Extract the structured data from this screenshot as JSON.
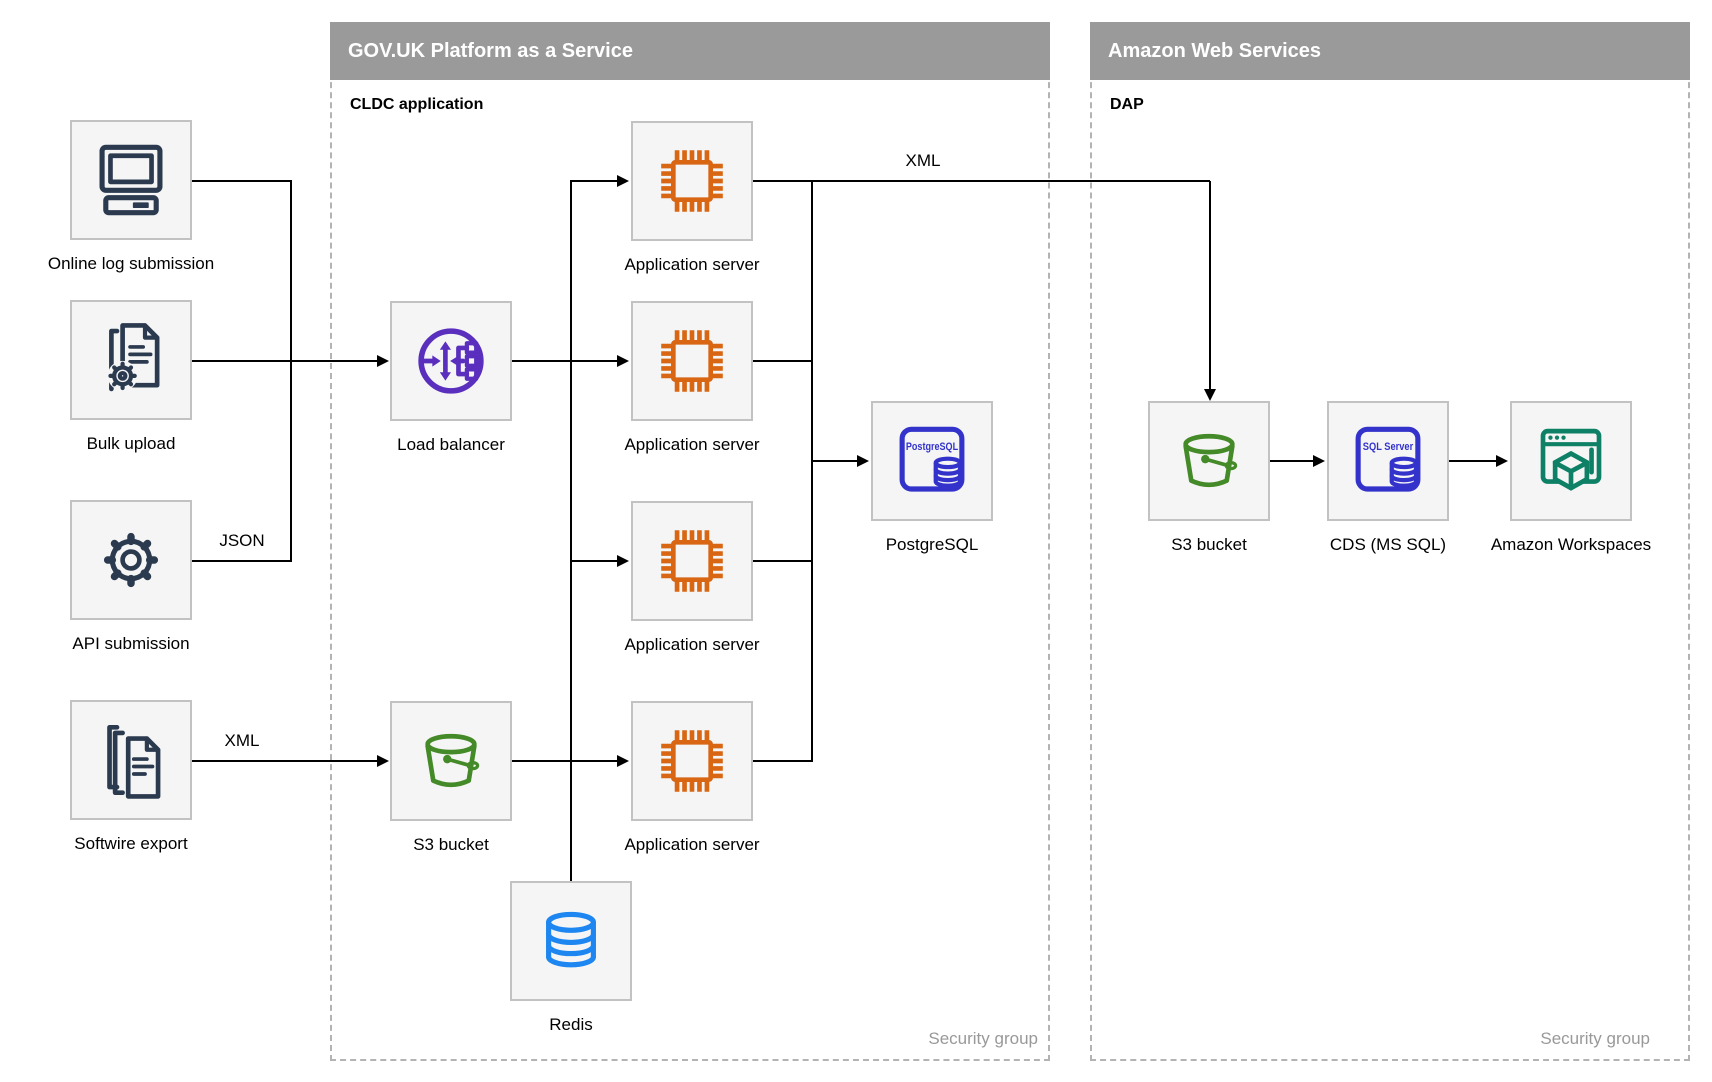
{
  "colors": {
    "header-bg": "#9a9a9a",
    "header-text": "#ffffff",
    "box-bg": "#f5f5f5",
    "box-border": "#c2c2c2",
    "dashed-border": "#b3b3b3",
    "line": "#000000",
    "label": "#111111",
    "muted": "#999999",
    "navy": "#2b3a4f",
    "orange": "#d86613",
    "purple": "#5a2fbe",
    "indigo": "#3333cc",
    "green": "#458a28",
    "blue": "#1e86f0",
    "teal": "#0e8066"
  },
  "containers": {
    "paas": {
      "title": "GOV.UK Platform as a Service",
      "subtitle": "CLDC application",
      "footer": "Security group"
    },
    "aws": {
      "title": "Amazon Web Services",
      "subtitle": "DAP",
      "footer": "Security group"
    }
  },
  "nodes": {
    "online_log": {
      "label": "Online log submission"
    },
    "bulk_upload": {
      "label": "Bulk upload"
    },
    "api_submission": {
      "label": "API submission"
    },
    "softwire_export": {
      "label": "Softwire export"
    },
    "load_balancer": {
      "label": "Load balancer"
    },
    "app_server_1": {
      "label": "Application server"
    },
    "app_server_2": {
      "label": "Application server"
    },
    "app_server_3": {
      "label": "Application server"
    },
    "app_server_4": {
      "label": "Application server"
    },
    "s3_paas": {
      "label": "S3 bucket"
    },
    "redis": {
      "label": "Redis"
    },
    "postgresql": {
      "label": "PostgreSQL"
    },
    "s3_aws": {
      "label": "S3 bucket"
    },
    "cds": {
      "label": "CDS (MS SQL)"
    },
    "workspaces": {
      "label": "Amazon Workspaces"
    }
  },
  "edge_labels": {
    "json": "JSON",
    "xml_softwire": "XML",
    "xml_top": "XML"
  },
  "icon_text": {
    "postgresql": "PostgreSQL",
    "sql_server": "SQL Server"
  }
}
